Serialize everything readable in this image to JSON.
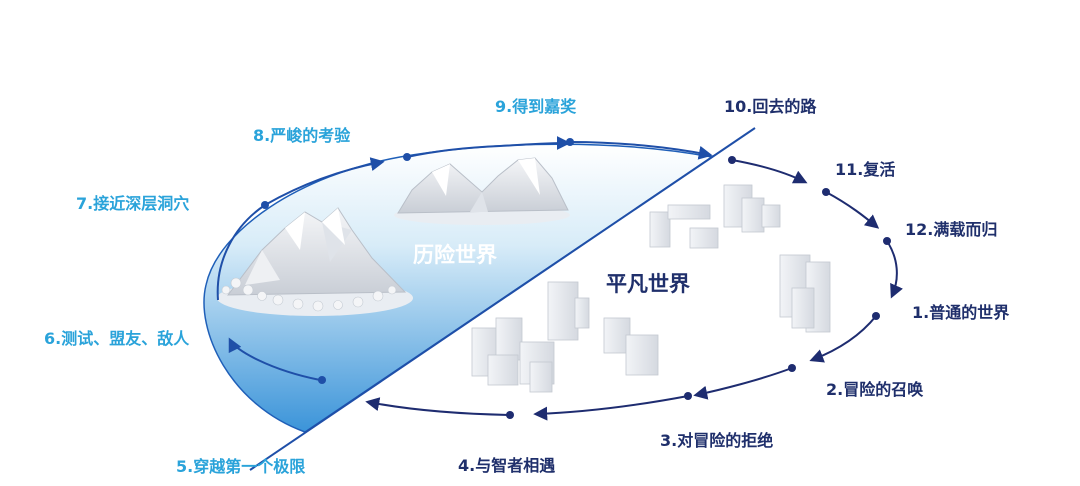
{
  "diagram": {
    "regions": {
      "adventure_world": "历险世界",
      "ordinary_world": "平凡世界"
    },
    "steps": [
      {
        "id": 1,
        "label": "1.普通的世界"
      },
      {
        "id": 2,
        "label": "2.冒险的召唤"
      },
      {
        "id": 3,
        "label": "3.对冒险的拒绝"
      },
      {
        "id": 4,
        "label": "4.与智者相遇"
      },
      {
        "id": 5,
        "label": "5.穿越第一个极限"
      },
      {
        "id": 6,
        "label": "6.测试、盟友、敌人"
      },
      {
        "id": 7,
        "label": "7.接近深层洞穴"
      },
      {
        "id": 8,
        "label": "8.严峻的考验"
      },
      {
        "id": 9,
        "label": "9.得到嘉奖"
      },
      {
        "id": 10,
        "label": "10.回去的路"
      },
      {
        "id": 11,
        "label": "11.复活"
      },
      {
        "id": 12,
        "label": "12.满载而归"
      }
    ],
    "colors": {
      "adventure_label": "#2aa3da",
      "ordinary_label": "#1f2f6b",
      "adventure_path": "#1f4fa8",
      "ordinary_path": "#1e2c70",
      "sky_top": "#ffffff",
      "sky_bottom": "#3b94d9"
    }
  }
}
